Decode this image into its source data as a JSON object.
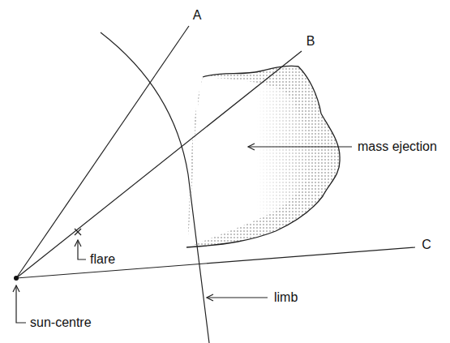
{
  "diagram": {
    "labels": [
      "A",
      "B",
      "C",
      "mass ejection",
      "limb",
      "flare",
      "sun-centre"
    ]
  }
}
